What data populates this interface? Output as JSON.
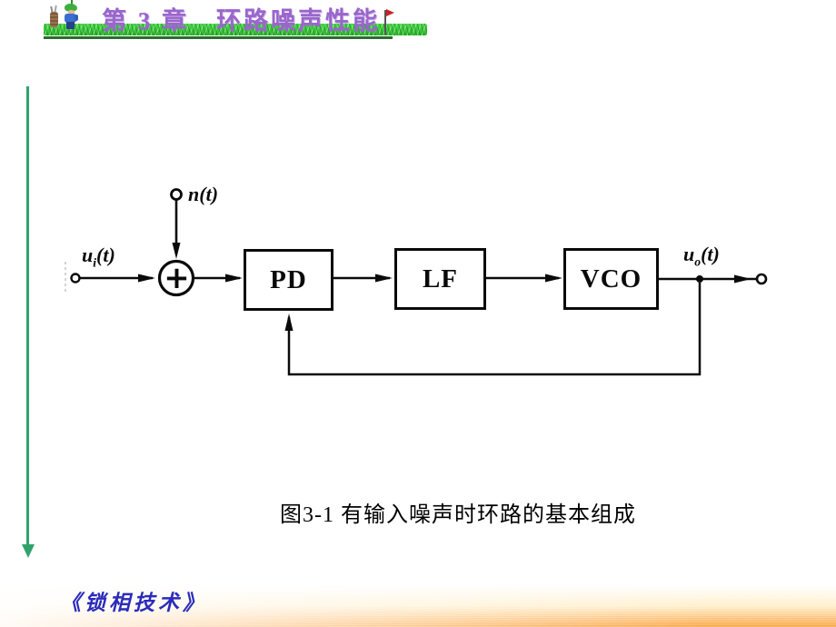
{
  "header": {
    "chapter_title": "第 3 章　环路噪声性能",
    "golfer_icon": "golfer-with-golf-bag",
    "flag_icon": "golf-flag"
  },
  "diagram": {
    "summer_symbol": "+",
    "input_label": {
      "base": "u",
      "sub": "i",
      "rest": "(t)"
    },
    "noise_label": {
      "base": "n",
      "sub": "",
      "rest": "(t)"
    },
    "output_label": {
      "base": "u",
      "sub": "o",
      "rest": "(t)"
    },
    "blocks": [
      {
        "label": "PD"
      },
      {
        "label": "LF"
      },
      {
        "label": "VCO"
      }
    ]
  },
  "caption": "图3-1 有输入噪声时环路的基本组成",
  "footer": {
    "book_title": "《锁相技术》"
  },
  "colors": {
    "title_purple": "#9966CC",
    "grass_green": "#33CC33",
    "underline_green": "#2F6B2F",
    "side_arrow_green": "#2FA36B",
    "footer_blue": "#2B2BBB",
    "gradient_orange": "#F9A036",
    "diagram_ink": "#0A0A0A"
  }
}
